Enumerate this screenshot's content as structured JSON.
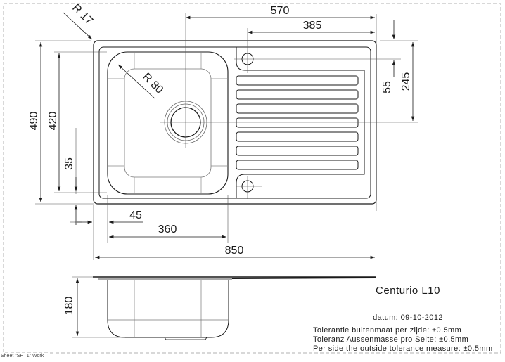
{
  "drawing": {
    "product_name": "Centurio L10",
    "date_label": "datum: 09-10-2012",
    "tolerance_lines": [
      "Tolerantie buitenmaat per zijde: ±0.5mm",
      "Toleranz Aussenmasse pro Seite: ±0.5mm",
      "Per side the outside tolerance measure: ±0.5mm"
    ],
    "sheet_label": "Sheet \"SHT1\" Work"
  },
  "dimensions": {
    "overall_width": "850",
    "center_to_right": "570",
    "drainer_width": "385",
    "overall_depth": "490",
    "inner_depth": "420",
    "bottom_offset": "35",
    "bowl_offset_left": "45",
    "bowl_width": "360",
    "tap_hole_offset": "55",
    "drain_center_from_top": "245",
    "corner_radius_outer": "R 17",
    "corner_radius_bowl": "R 80",
    "bowl_depth": "180"
  },
  "colors": {
    "line": "#1a1a1a",
    "thin_line": "#555555",
    "border_dash": "#b0b0b0"
  }
}
